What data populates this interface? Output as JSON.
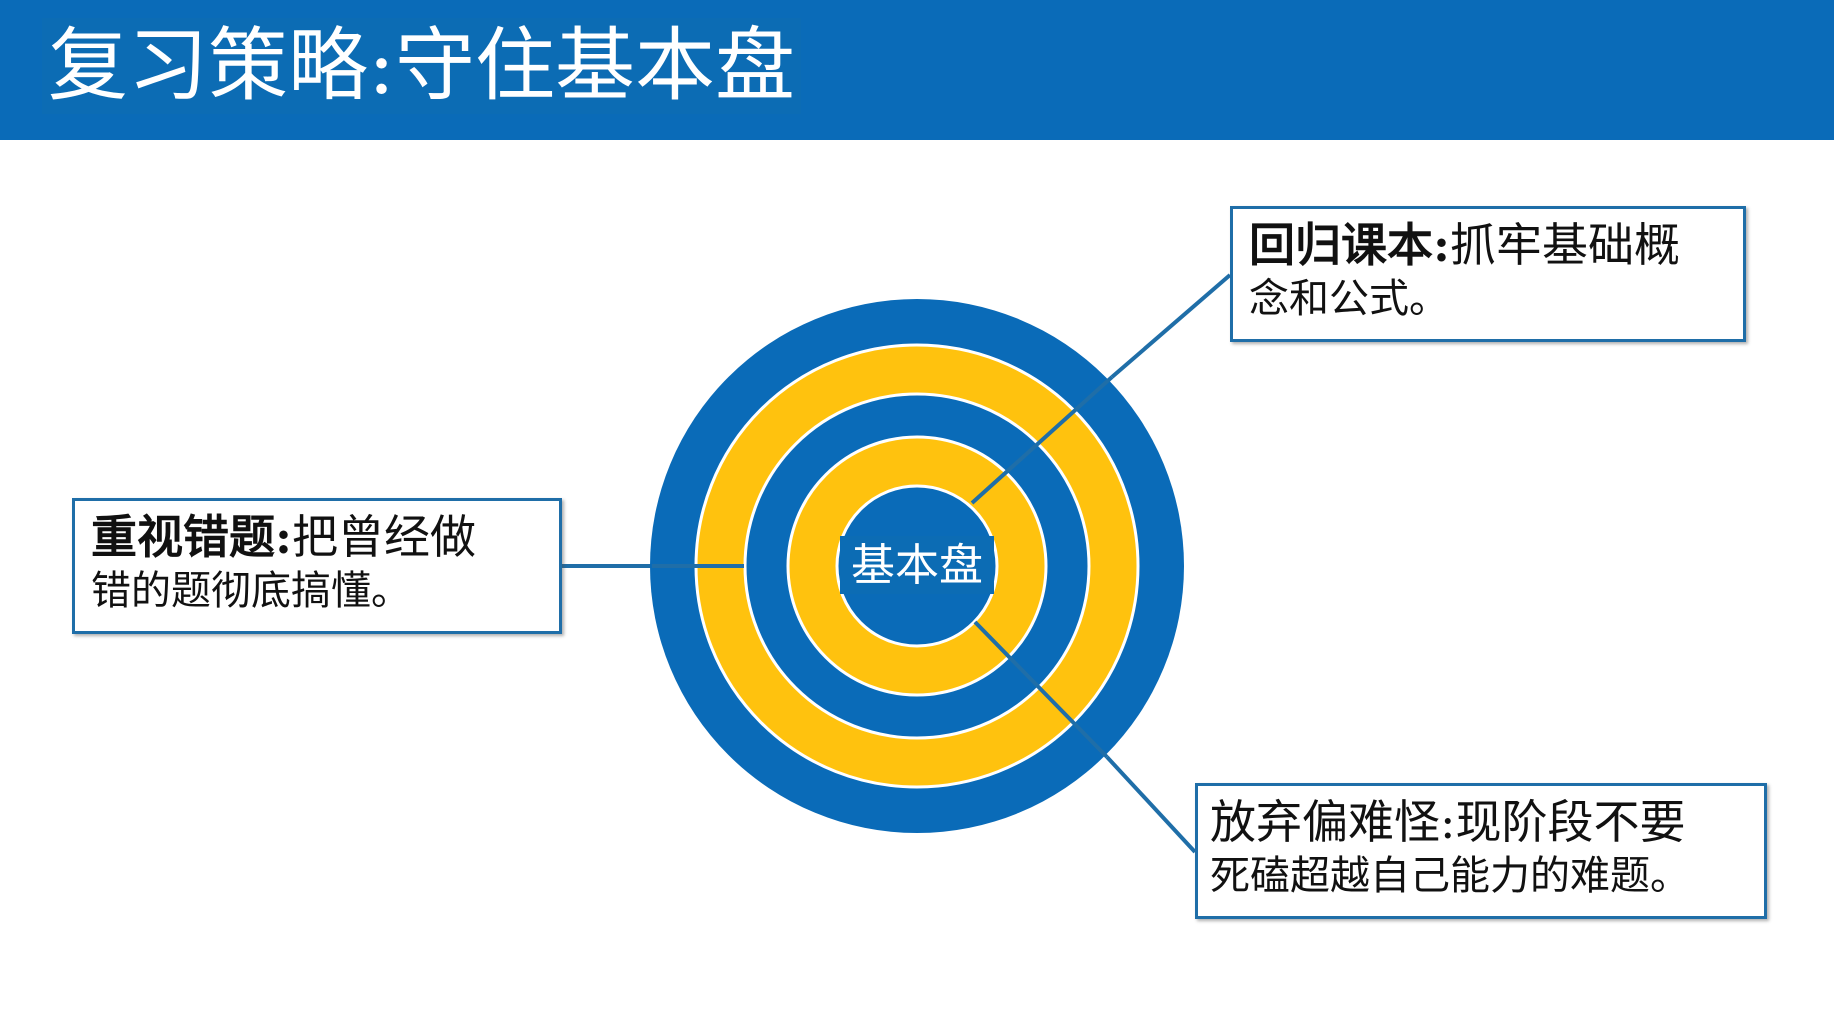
{
  "title": "复习策略:守住基本盘",
  "diagram": {
    "center_label": "基本盘",
    "colors": {
      "blue": "#0a6bb8",
      "yellow": "#ffc20e",
      "line": "#1f6ea8"
    }
  },
  "callouts": {
    "left": {
      "heading": "重视错题:",
      "line1_rest": "把曾经做",
      "line2": "错的题彻底搞懂。"
    },
    "top_right": {
      "heading": "回归课本:",
      "line1_rest": "抓牢基础概",
      "line2": "念和公式。"
    },
    "bottom_right": {
      "heading": "放弃偏难怪:",
      "line1_rest": "现阶段不要",
      "line2": "死磕超越自己能力的难题。"
    }
  }
}
